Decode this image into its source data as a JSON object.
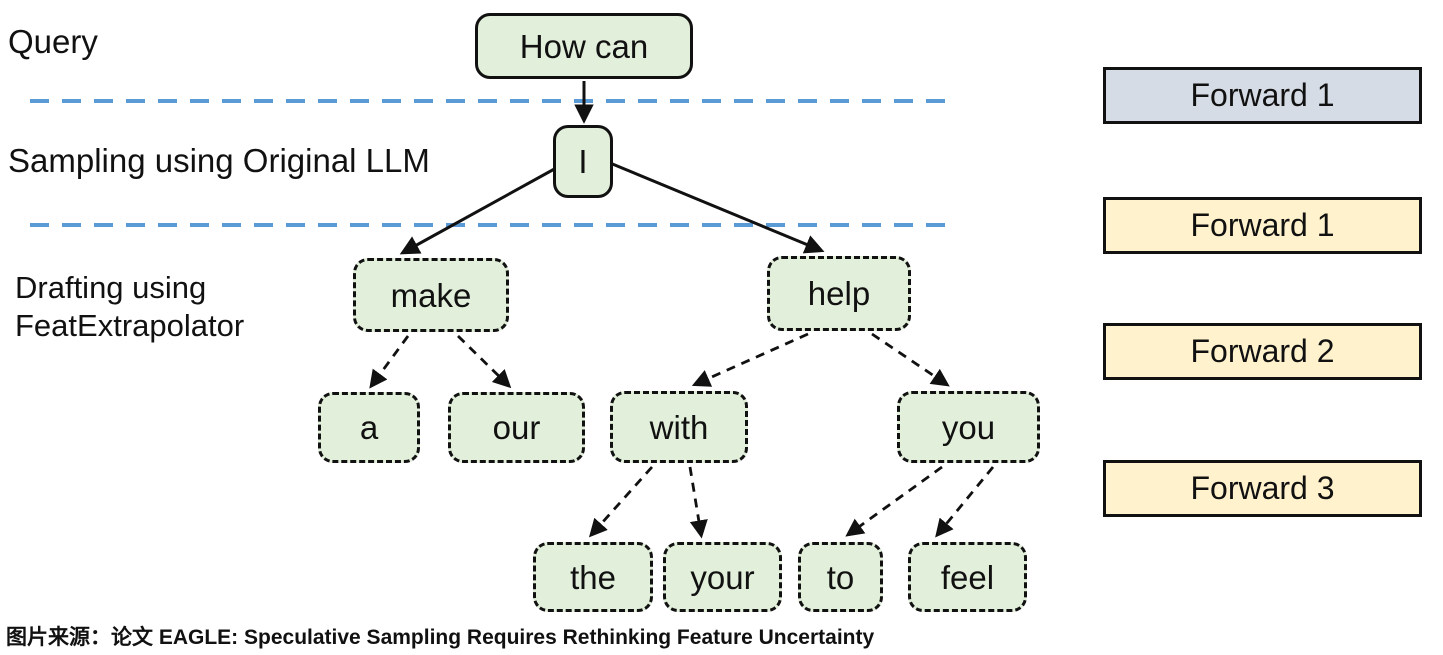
{
  "stage_labels": {
    "query": "Query",
    "sampling": "Sampling using Original LLM",
    "drafting_line1": "Drafting using",
    "drafting_line2": "FeatExtrapolator"
  },
  "tree": {
    "root": "How can",
    "sampled_token": "I",
    "draft_level1": [
      "make",
      "help"
    ],
    "draft_level2": [
      "a",
      "our",
      "with",
      "you"
    ],
    "draft_level3": [
      "the",
      "your",
      "to",
      "feel"
    ]
  },
  "forward_boxes": [
    {
      "label": "Forward 1",
      "fill": "#d6dce5"
    },
    {
      "label": "Forward 1",
      "fill": "#fff2cc"
    },
    {
      "label": "Forward 2",
      "fill": "#fff2cc"
    },
    {
      "label": "Forward 3",
      "fill": "#fff2cc"
    }
  ],
  "caption": "图片来源：论文 EAGLE: Speculative Sampling Requires Rethinking Feature Uncertainty",
  "colors": {
    "node_fill": "#e2efda",
    "node_border": "#111111",
    "divider_blue": "#5b9bd5",
    "forward_first_fill": "#d6dce5",
    "forward_rest_fill": "#fff2cc",
    "text": "#111111"
  }
}
